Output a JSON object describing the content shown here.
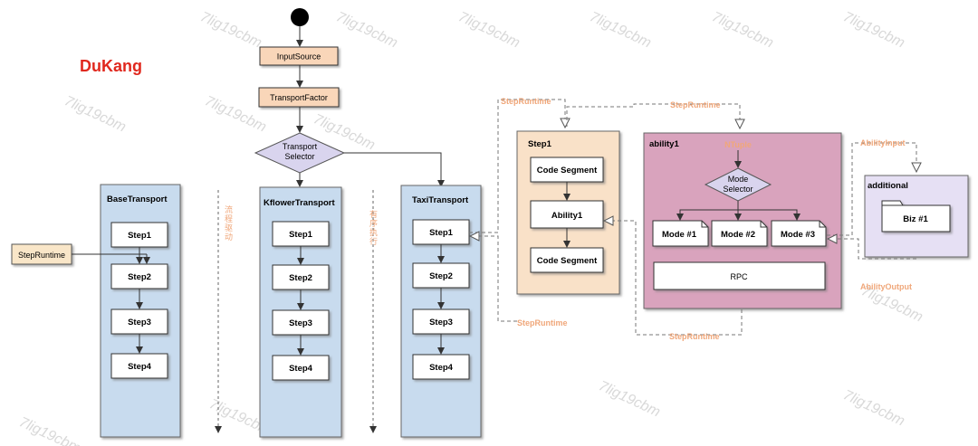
{
  "title": "DuKang",
  "watermark": "7lig19cbm",
  "colors": {
    "title": "#e0281e",
    "panel_blue": "#c8dbee",
    "panel_peach": "#f9e1c8",
    "panel_pink": "#d9a3bd",
    "panel_lavender": "#e6e0f4",
    "box_input": "#f9d6b9",
    "diamond": "#d9d4ee",
    "annotation": "#f0a77a"
  },
  "flow": {
    "input_source": "InputSource",
    "transport_factor": "TransportFactor",
    "transport_selector": [
      "Transport",
      "Selector"
    ]
  },
  "transports": [
    {
      "name": "BaseTransport",
      "steps": [
        "Step1",
        "Step2",
        "Step3",
        "Step4"
      ]
    },
    {
      "name": "KflowerTransport",
      "steps": [
        "Step1",
        "Step2",
        "Step3",
        "Step4"
      ]
    },
    {
      "name": "TaxiTransport",
      "steps": [
        "Step1",
        "Step2",
        "Step3",
        "Step4"
      ]
    }
  ],
  "step_runtime_note": "StepRuntime",
  "vertical_notes": [
    "流程驱动",
    "有序执行"
  ],
  "step1_detail": {
    "name": "Step1",
    "items": [
      "Code Segment",
      "Ability1",
      "Code Segment"
    ]
  },
  "ability1": {
    "name": "ability1",
    "ntuple": "NTuple",
    "selector": [
      "Mode",
      "Selector"
    ],
    "modes": [
      "Mode #1",
      "Mode #2",
      "Mode #3"
    ],
    "rpc": "RPC"
  },
  "additional": {
    "name": "additional",
    "item": "Biz #1"
  },
  "connector_labels": {
    "step_runtime": "StepRuntime",
    "ability_input": "AbilityInput",
    "ability_output": "AbilityOutput"
  }
}
